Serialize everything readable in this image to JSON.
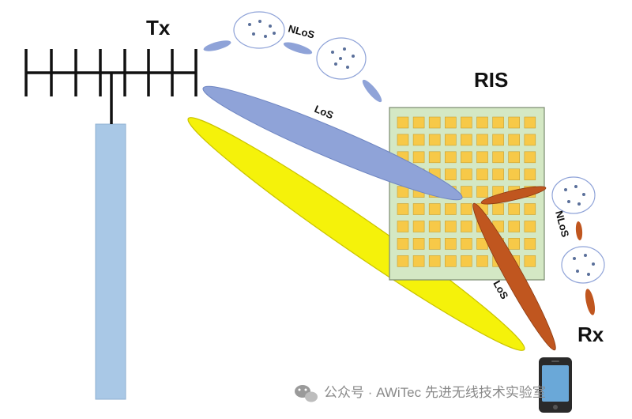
{
  "labels": {
    "tx": "Tx",
    "ris": "RIS",
    "rx": "Rx",
    "nlos_top": "NLoS",
    "los_blue": "LoS",
    "nlos_right": "NLoS",
    "los_brown": "LoS"
  },
  "watermark": {
    "text": "公众号 · AWiTec 先进无线技术实验室",
    "icon": "wechat-icon"
  },
  "ris_grid": {
    "rows": 9,
    "cols": 9
  },
  "colors": {
    "tower": "#a9c8e6",
    "antenna": "#111111",
    "los_blue_beam": "#8fa3d8",
    "direct_beam": "#f5f20a",
    "ris_panel": "#d4e8c4",
    "ris_element": "#f7c948",
    "brown_beam": "#c0561f",
    "scatterer_dot": "#5a6f9a",
    "phone_screen": "#6aa8d8"
  }
}
